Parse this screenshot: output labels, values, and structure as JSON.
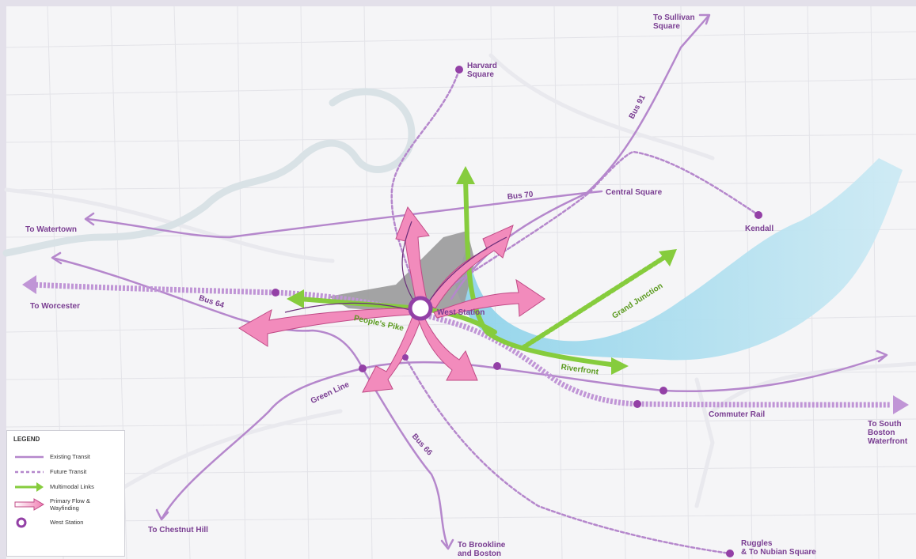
{
  "colors": {
    "existing_transit": "#b587cc",
    "future_transit": "#b587cc",
    "multimodal": "#86cc3d",
    "flow_arrow": "#f07cb2",
    "station": "#9340a6",
    "water": "#8fd3ea"
  },
  "labels": {
    "to_sullivan_1": "To Sullivan",
    "to_sullivan_2": "Square",
    "harvard_1": "Harvard",
    "harvard_2": "Square",
    "bus91": "Bus 91",
    "bus70": "Bus 70",
    "central_square": "Central Square",
    "kendall": "Kendall",
    "to_watertown": "To Watertown",
    "to_worcester": "To Worcester",
    "bus64": "Bus 64",
    "west_station": "West Station",
    "peoples_pike": "People's Pike",
    "grand_junction": "Grand Junction",
    "riverfront": "Riverfront",
    "green_line": "Green Line",
    "bus66": "Bus 66",
    "commuter_rail": "Commuter Rail",
    "to_south_boston_1": "To South",
    "to_south_boston_2": "Boston",
    "to_south_boston_3": "Waterfront",
    "to_chestnut_hill": "To Chestnut Hill",
    "to_brookline_1": "To Brookline",
    "to_brookline_2": "and Boston",
    "ruggles_1": "Ruggles",
    "ruggles_2": "& To Nubian Square"
  },
  "legend": {
    "title": "LEGEND",
    "existing": "Existing Transit",
    "future": "Future Transit",
    "multimodal": "Multimodal Links",
    "flow_1": "Primary Flow &",
    "flow_2": "Wayfinding",
    "station": "West Station"
  }
}
